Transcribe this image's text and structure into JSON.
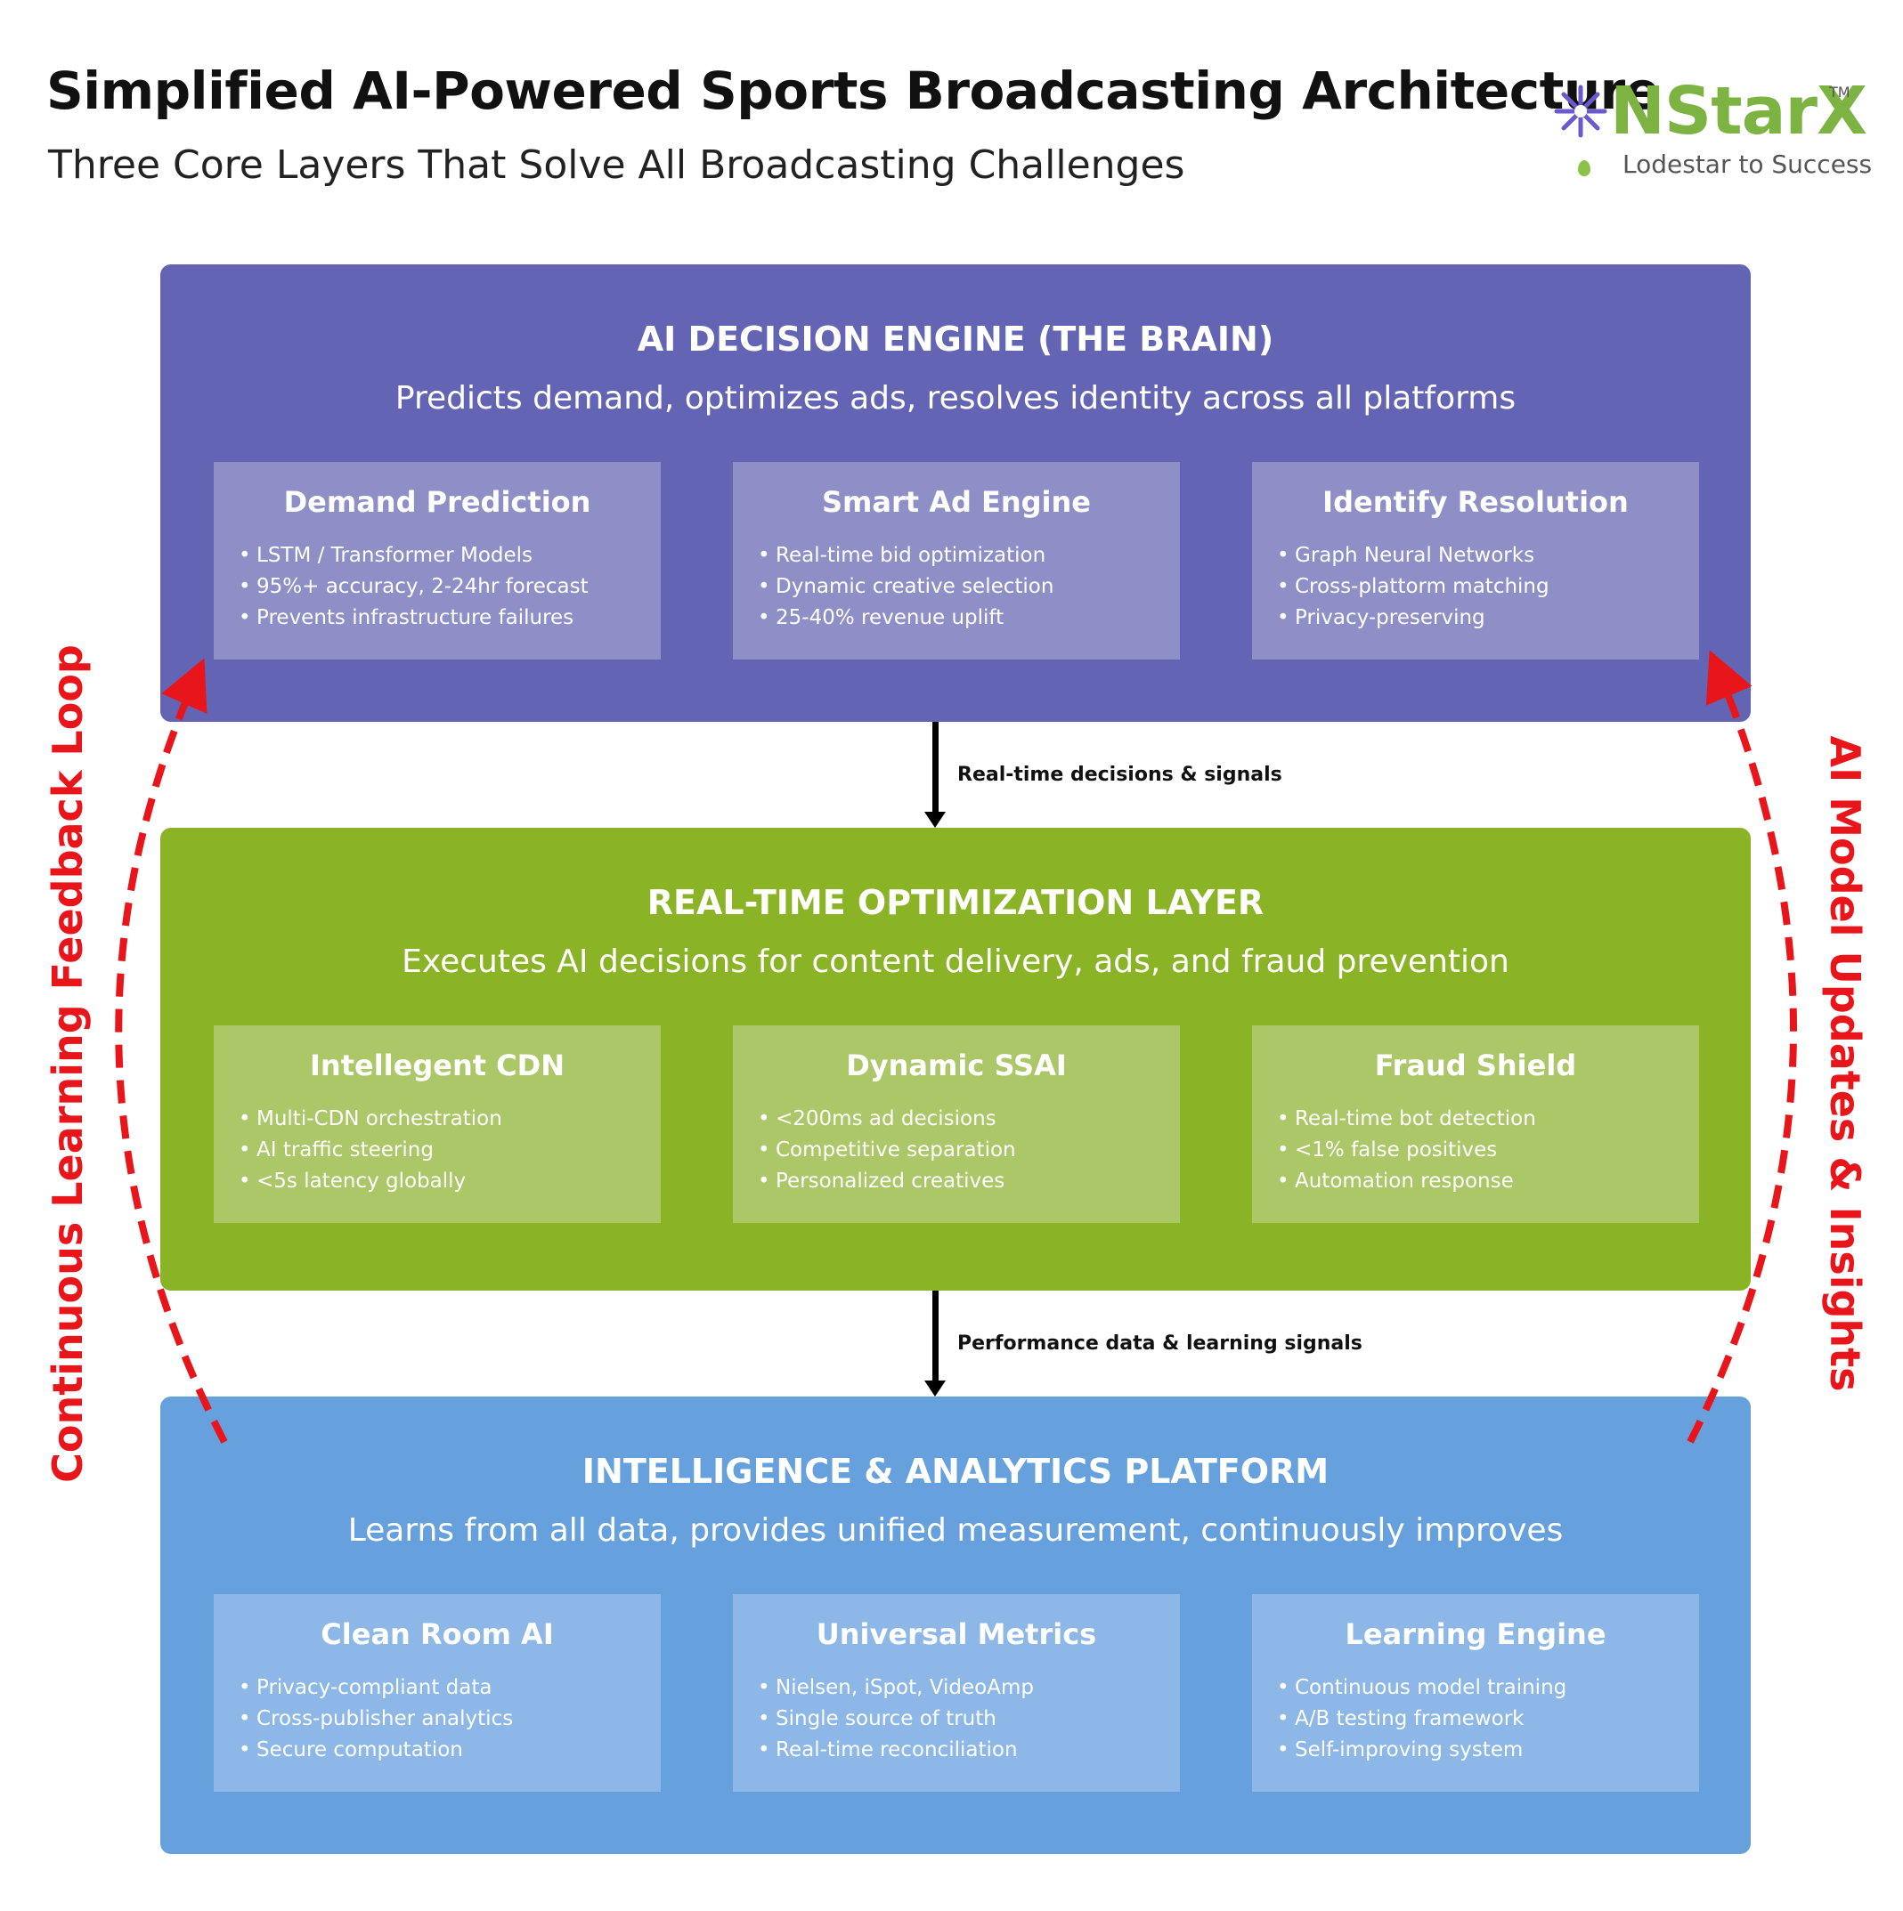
{
  "header": {
    "title": "Simplified AI-Powered Sports Broadcasting Architecture",
    "subtitle": "Three Core Layers That Solve All Broadcasting Challenges"
  },
  "logo": {
    "name": "NStarX",
    "trademark": "TM",
    "tagline": "Lodestar to Success",
    "colors": {
      "primary": "#7cb342",
      "mark": "#6a5acd"
    }
  },
  "layers": [
    {
      "title": "AI DECISION ENGINE (THE BRAIN)",
      "description": "Predicts demand, optimizes ads, resolves identity across all platforms",
      "color": "#6364b3",
      "cards": [
        {
          "title": "Demand Prediction",
          "items": [
            "LSTM / Transformer Models",
            "95%+ accuracy, 2-24hr forecast",
            "Prevents infrastructure failures"
          ]
        },
        {
          "title": "Smart Ad Engine",
          "items": [
            "Real-time bid optimization",
            "Dynamic creative selection",
            "25-40% revenue uplift"
          ]
        },
        {
          "title": "Identify Resolution",
          "items": [
            "Graph Neural Networks",
            "Cross-plattorm matching",
            "Privacy-preserving"
          ]
        }
      ]
    },
    {
      "title": "REAL-TIME OPTIMIZATION LAYER",
      "description": "Executes AI decisions for content delivery, ads, and fraud prevention",
      "color": "#8ab326",
      "cards": [
        {
          "title": "Intellegent CDN",
          "items": [
            "Multi-CDN orchestration",
            "AI traffic steering",
            "<5s latency globally"
          ]
        },
        {
          "title": "Dynamic SSAI",
          "items": [
            "<200ms ad decisions",
            "Competitive separation",
            "Personalized creatives"
          ]
        },
        {
          "title": "Fraud Shield",
          "items": [
            "Real-time bot detection",
            "<1% false positives",
            "Automation response"
          ]
        }
      ]
    },
    {
      "title": "INTELLIGENCE & ANALYTICS  PLATFORM",
      "description": "Learns from all data, provides unified measurement, continuously improves",
      "color": "#66a1dd",
      "cards": [
        {
          "title": "Clean Room AI",
          "items": [
            "Privacy-compliant data",
            "Cross-publisher analytics",
            "Secure computation"
          ]
        },
        {
          "title": "Universal Metrics",
          "items": [
            "Nielsen, iSpot, VideoAmp",
            "Single source of truth",
            "Real-time reconciliation"
          ]
        },
        {
          "title": "Learning Engine",
          "items": [
            "Continuous model training",
            "A/B testing framework",
            "Self-improving system"
          ]
        }
      ]
    }
  ],
  "connectors": {
    "top": "Real-time decisions & signals",
    "bottom": "Performance data & learning signals"
  },
  "feedback": {
    "left": "Continuous Learning Feedback Loop",
    "right": "AI Model Updates & Insights",
    "color": "#e8161b"
  }
}
